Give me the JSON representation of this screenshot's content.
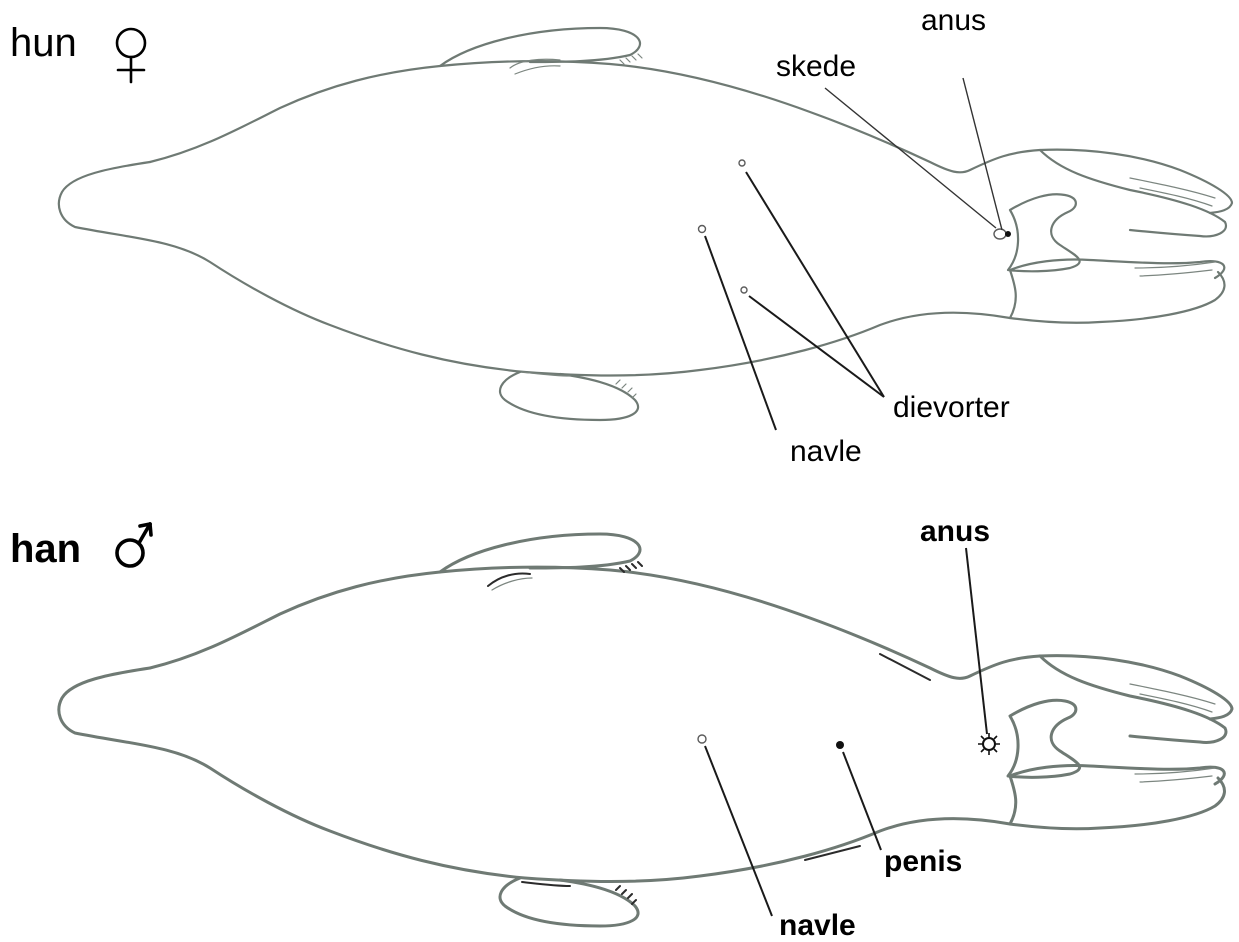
{
  "female": {
    "heading": "hun",
    "symbol": "female-symbol",
    "labels": {
      "anus": "anus",
      "skede": "skede",
      "dievorter": "dievorter",
      "navle": "navle"
    }
  },
  "male": {
    "heading": "han",
    "symbol": "male-symbol",
    "labels": {
      "anus": "anus",
      "penis": "penis",
      "navle": "navle"
    }
  },
  "colors": {
    "outline": "#6f7a74",
    "leader": "#1a1a1a",
    "text": "#000000"
  }
}
